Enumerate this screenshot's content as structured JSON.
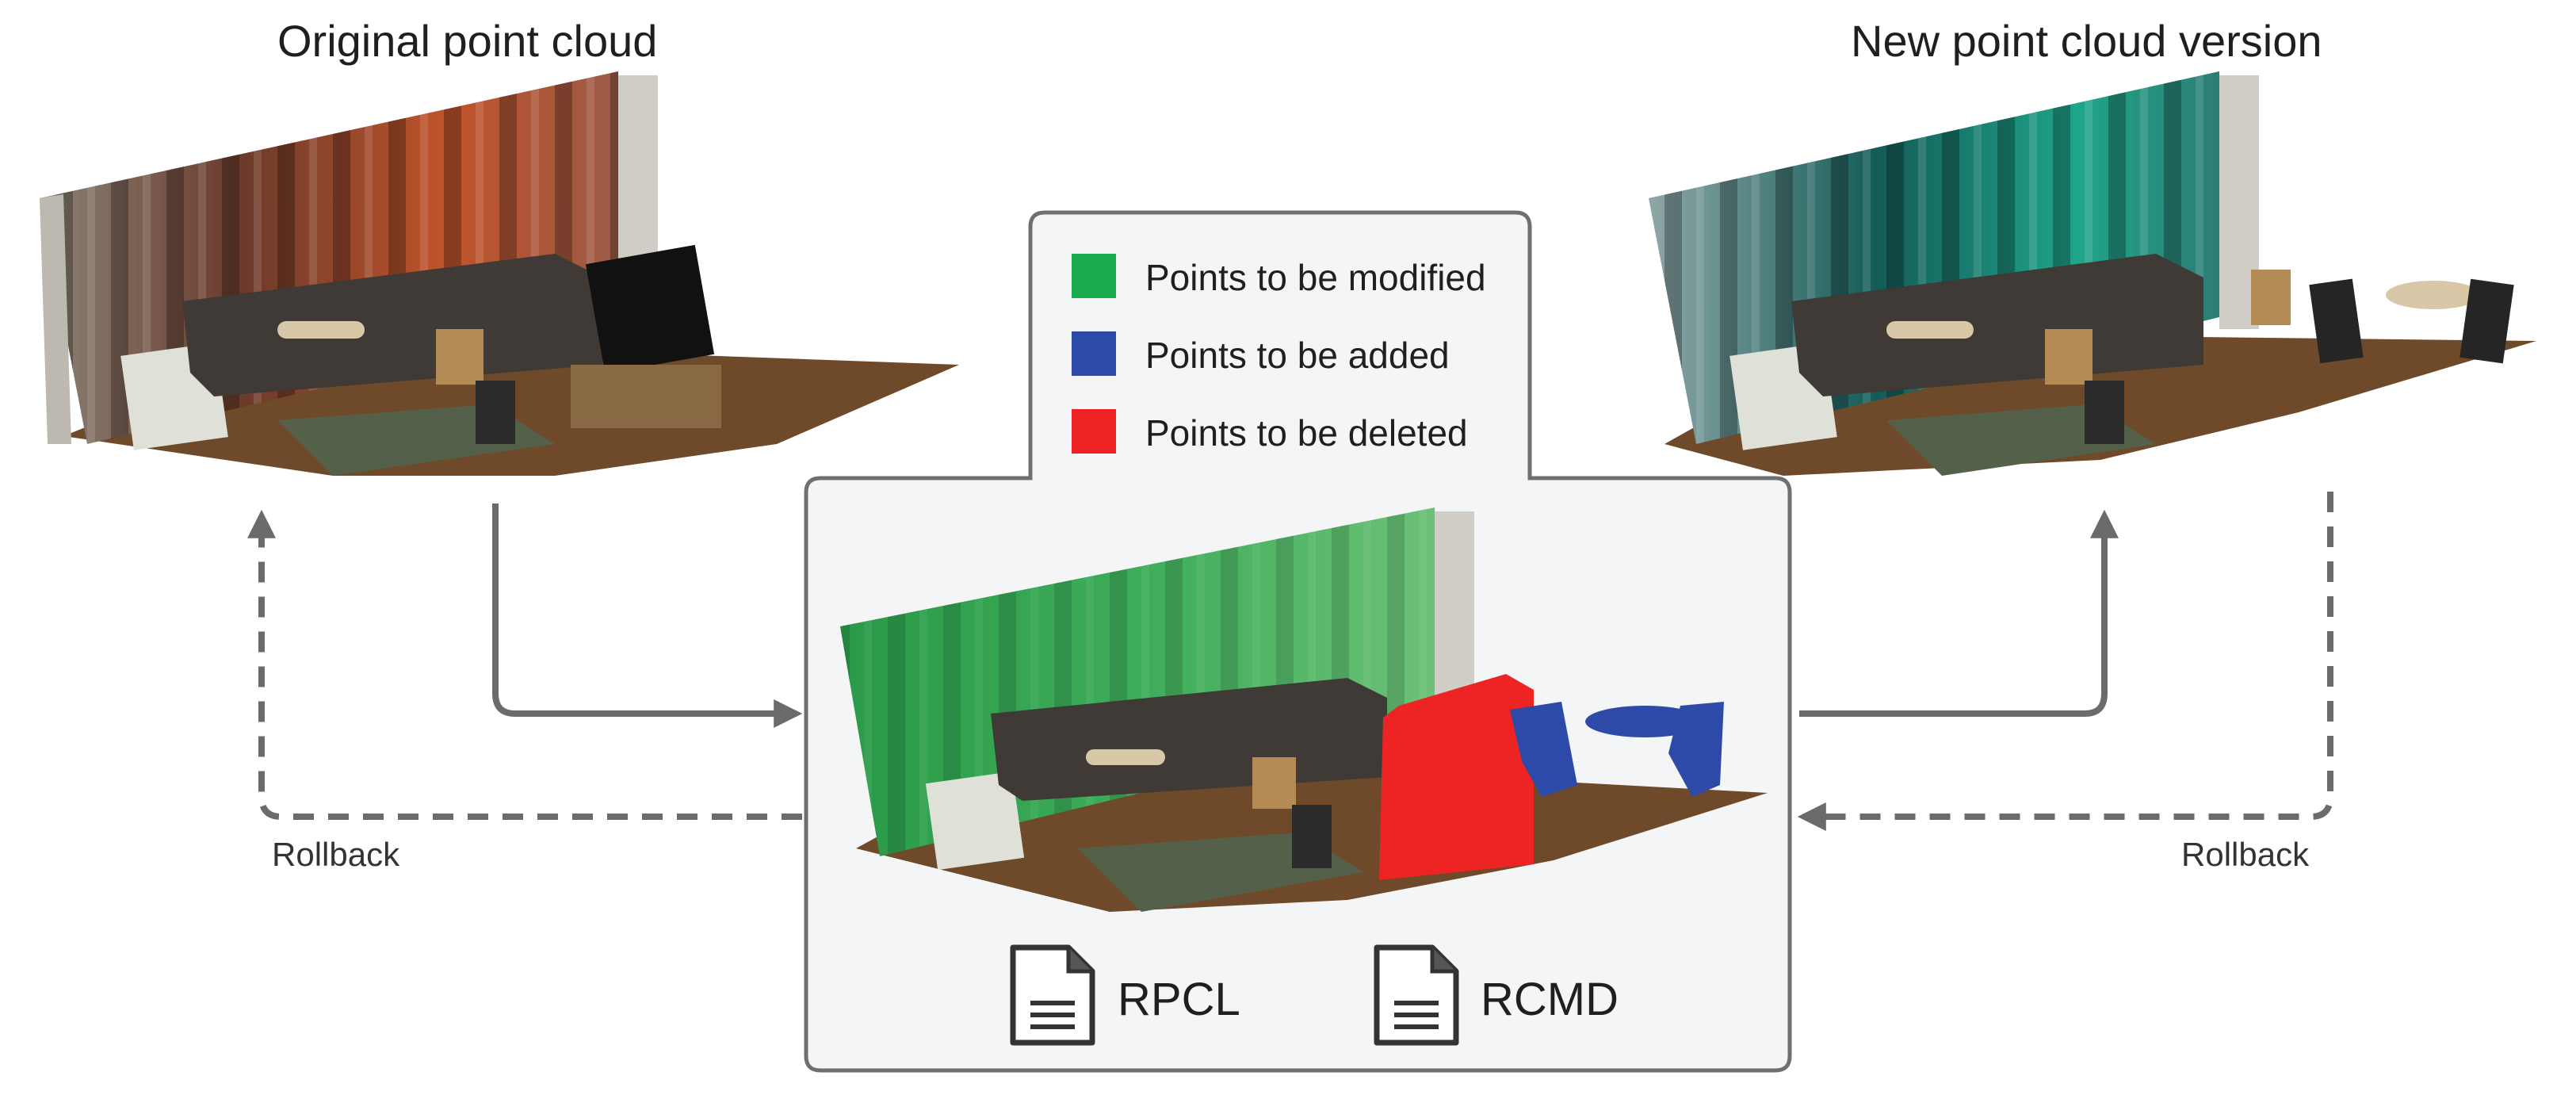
{
  "titles": {
    "original": "Original point cloud",
    "new_version": "New point cloud version"
  },
  "legend": [
    {
      "label": "Points to be modified",
      "color": "#1aab4e"
    },
    {
      "label": "Points to be added",
      "color": "#2e4aa8"
    },
    {
      "label": "Points to be deleted",
      "color": "#ee2424"
    }
  ],
  "files": [
    {
      "label": "RPCL",
      "icon": "document-icon"
    },
    {
      "label": "RCMD",
      "icon": "document-icon"
    }
  ],
  "rollback": {
    "left": "Rollback",
    "right": "Rollback"
  },
  "colors": {
    "arrow": "#6b6b6b",
    "panel_border": "#6f6f6f",
    "panel_fill": "#f4f5f7",
    "floor": "#6e4a2b",
    "sofa": "#3f3a36",
    "wall_original": "#a8562f",
    "wall_new": "#1d8a7a",
    "wall_diff": "#2fa24f"
  }
}
